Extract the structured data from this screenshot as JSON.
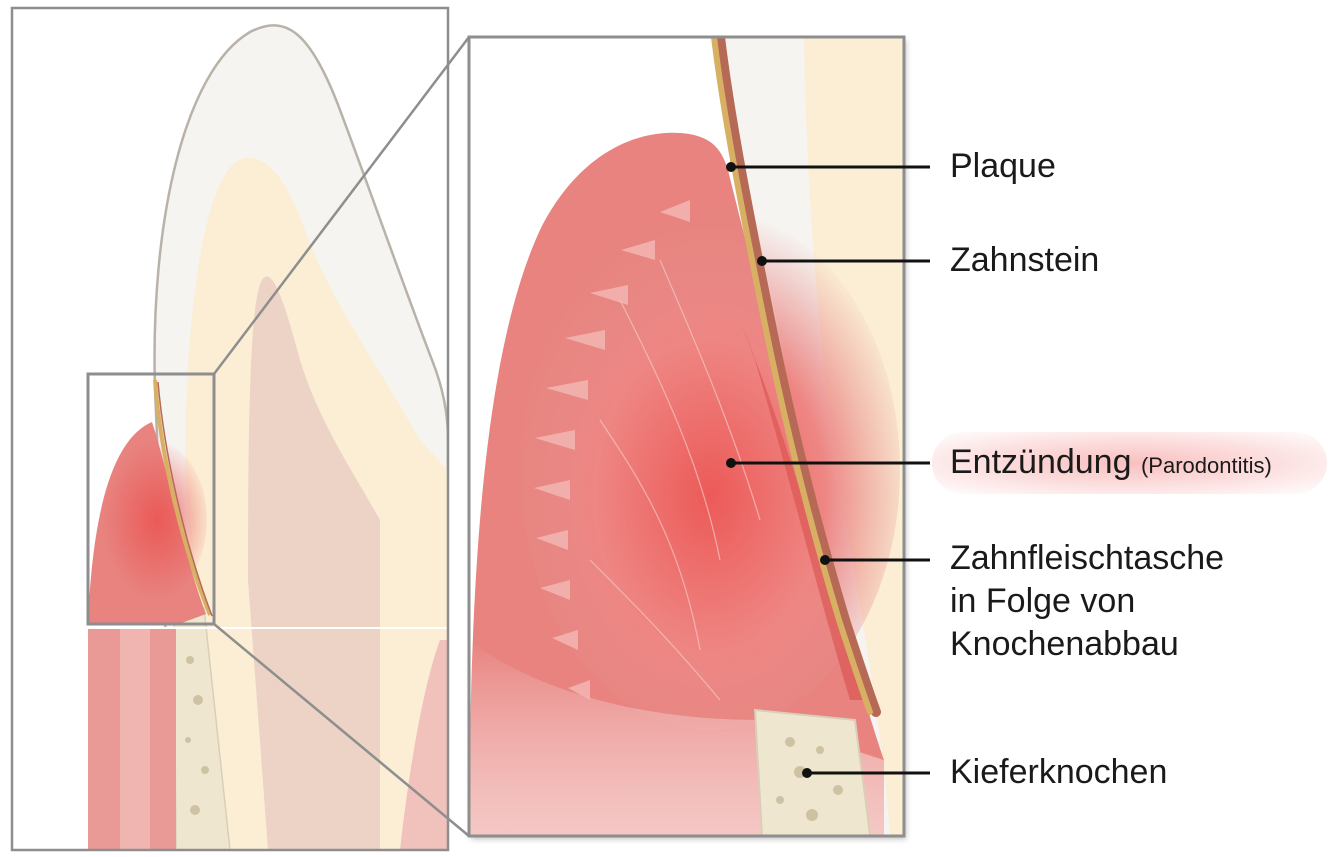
{
  "colors": {
    "gum": "#e8837f",
    "gum_inflamed": "#ec5e5c",
    "enamel": "#f6f4f1",
    "dentin": "#fbeed5",
    "pulp": "#ecd3c5",
    "plaque": "#d8b063",
    "calculus": "#b66a55",
    "bone": "#efe6cf",
    "frame": "#8e8e8e",
    "leader": "#111111",
    "inflammation_glow": "#f7b3b3"
  },
  "labels": {
    "plaque": "Plaque",
    "zahnstein": "Zahnstein",
    "entzuendung": "Entzündung",
    "entzuendung_note": "(Parodontitis)",
    "zahnfleischtasche": [
      "Zahnfleischtasche",
      "in Folge von",
      "Knochenabbau"
    ],
    "kieferknochen": "Kieferknochen"
  }
}
